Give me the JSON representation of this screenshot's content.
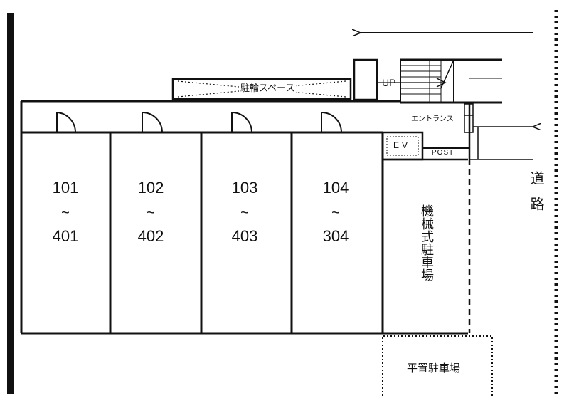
{
  "units": [
    {
      "from": "101",
      "sep": "~",
      "to": "401"
    },
    {
      "from": "102",
      "sep": "~",
      "to": "402"
    },
    {
      "from": "103",
      "sep": "~",
      "to": "403"
    },
    {
      "from": "104",
      "sep": "~",
      "to": "304"
    }
  ],
  "labels": {
    "bicycle_space": "駐輪スペース",
    "up": "UP",
    "entrance": "エントランス",
    "ev": "EV",
    "post": "POST",
    "mechanical_parking": "機械式駐車場",
    "flat_parking": "平置駐車場",
    "road": "道路"
  },
  "icons": {
    "arrow_top": "arrow-left-icon",
    "arrow_entrance": "arrow-left-icon",
    "doors": "door-swing-icon"
  },
  "colors": {
    "line": "#111111",
    "background": "#ffffff"
  }
}
